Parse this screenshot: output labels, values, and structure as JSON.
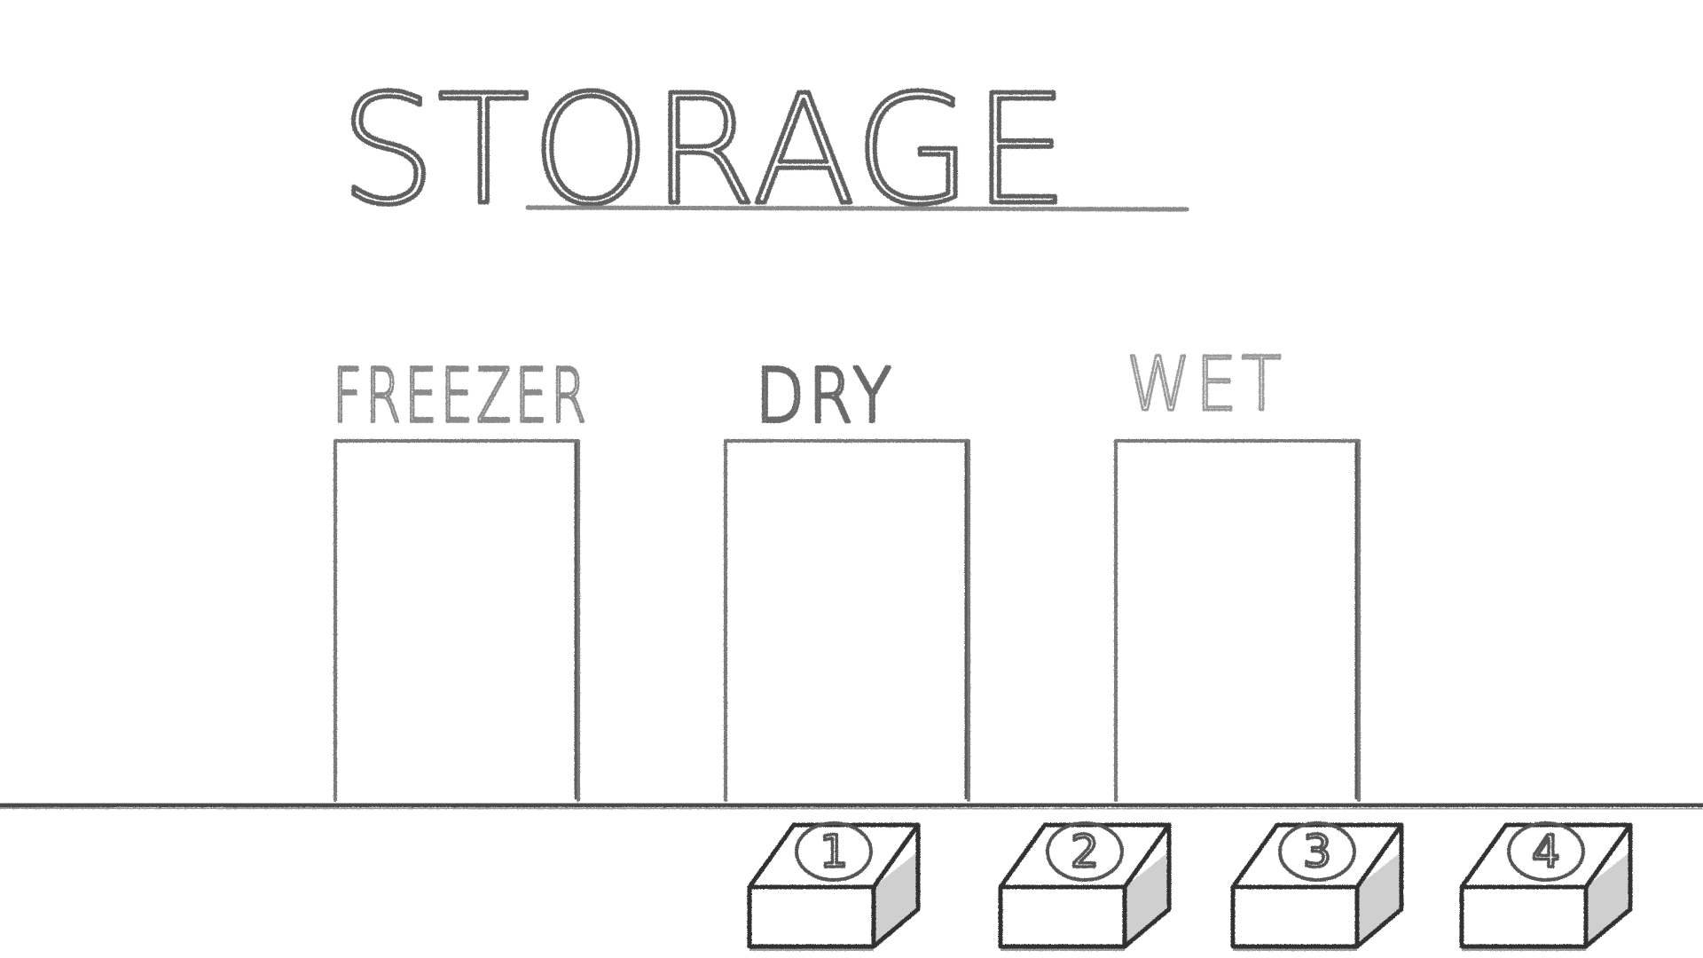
{
  "title": "STORAGE",
  "colors": {
    "ink": "#555555",
    "ink_dark": "#333333",
    "ink_light": "#8a8a8a",
    "background": "#ffffff"
  },
  "rooms": [
    {
      "id": "freezer",
      "label": "FREEZER"
    },
    {
      "id": "dry",
      "label": "DRY"
    },
    {
      "id": "wet",
      "label": "WET"
    }
  ],
  "slots": [
    {
      "id": "slot-1",
      "number": "1"
    },
    {
      "id": "slot-2",
      "number": "2"
    },
    {
      "id": "slot-3",
      "number": "3"
    },
    {
      "id": "slot-4",
      "number": "4"
    }
  ]
}
